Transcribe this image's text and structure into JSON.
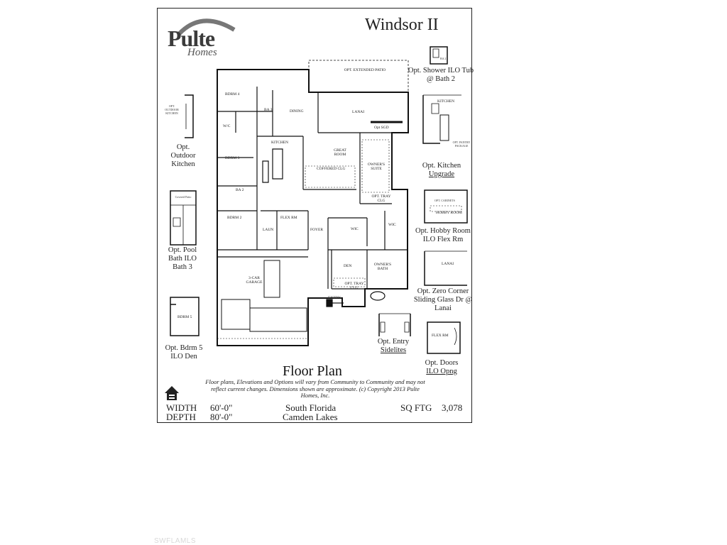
{
  "brand": {
    "name": "Pulte",
    "tag": "Homes"
  },
  "model_name": "Windsor II",
  "plan_title": "Floor Plan",
  "disclaimer": "Floor plans, Elevations and Options will vary from Community to Community and may not reflect current changes. Dimensions shown are approximate. (c) Copyright 2013 Pulte Homes, Inc.",
  "specs": {
    "width_label": "WIDTH",
    "width_value": "60'-0\"",
    "depth_label": "DEPTH",
    "depth_value": "80'-0\"",
    "region": "South Florida",
    "community": "Camden Lakes",
    "sqft_label": "SQ FTG",
    "sqft_value": "3,078"
  },
  "options": {
    "outdoor_kitchen": "Opt. Outdoor Kitchen",
    "pool_bath": "Opt. Pool Bath ILO Bath 3",
    "bdrm5": "Opt. Bdrm 5 ILO Den",
    "shower": "Opt. Shower ILO Tub @ Bath 2",
    "kitchen_upgrade": "Opt. Kitchen",
    "kitchen_upgrade_2": "Upgrade",
    "hobby_room": "Opt. Hobby Room ILO Flex Rm",
    "zero_corner": "Opt. Zero Corner Sliding Glass Dr @ Lanai",
    "entry_sidelites": "Opt. Entry",
    "entry_sidelites_2": "Sidelites",
    "doors": "Opt. Doors",
    "doors_2": "ILO Opng"
  },
  "rooms": {
    "bdrm4": "BDRM 4",
    "ba3": "BA 3",
    "dining": "DINING",
    "lanai": "LANAI",
    "extended_patio": "OPT. EXTENDED PATIO",
    "wic1": "W/C",
    "kitchen": "KITCHEN",
    "bdrm3": "BDRM 3",
    "great_room": "GREAT ROOM",
    "coffered": "COFFERED CLG",
    "owners_suite": "OWNER'S SUITE",
    "ba2": "BA 2",
    "bdrm2": "BDRM 2",
    "laun": "LAUN",
    "flex_rm": "FLEX RM",
    "foyer": "FOYER",
    "wic2": "WIC",
    "wic3": "WIC",
    "den": "DEN",
    "owners_bath": "OWNER'S BATH",
    "garage": "3-CAR GARAGE",
    "entry": "ENTRY",
    "opt_sgd": "Opt SGD",
    "opt_tray": "OPT. TRAY CLG",
    "opt_tray2": "OPT. TRAY CLG",
    "opt_outdoor_kitchen_small": "OPT. OUTDOOR KITCHEN",
    "covered_patio": "Covered Patio",
    "bdrm5": "BDRM 5",
    "hobby_room": "HOBBY ROOM",
    "opt_cabinets": "OPT. CABINETS",
    "lanai_opt": "LANAI",
    "flex_rm_opt": "FLEX RM",
    "kitchen_opt": "KITCHEN",
    "ba2_opt": "BA 2",
    "pantry": "OPT. PANTRY PACKAGE"
  },
  "watermark": "SWFLAMLS"
}
